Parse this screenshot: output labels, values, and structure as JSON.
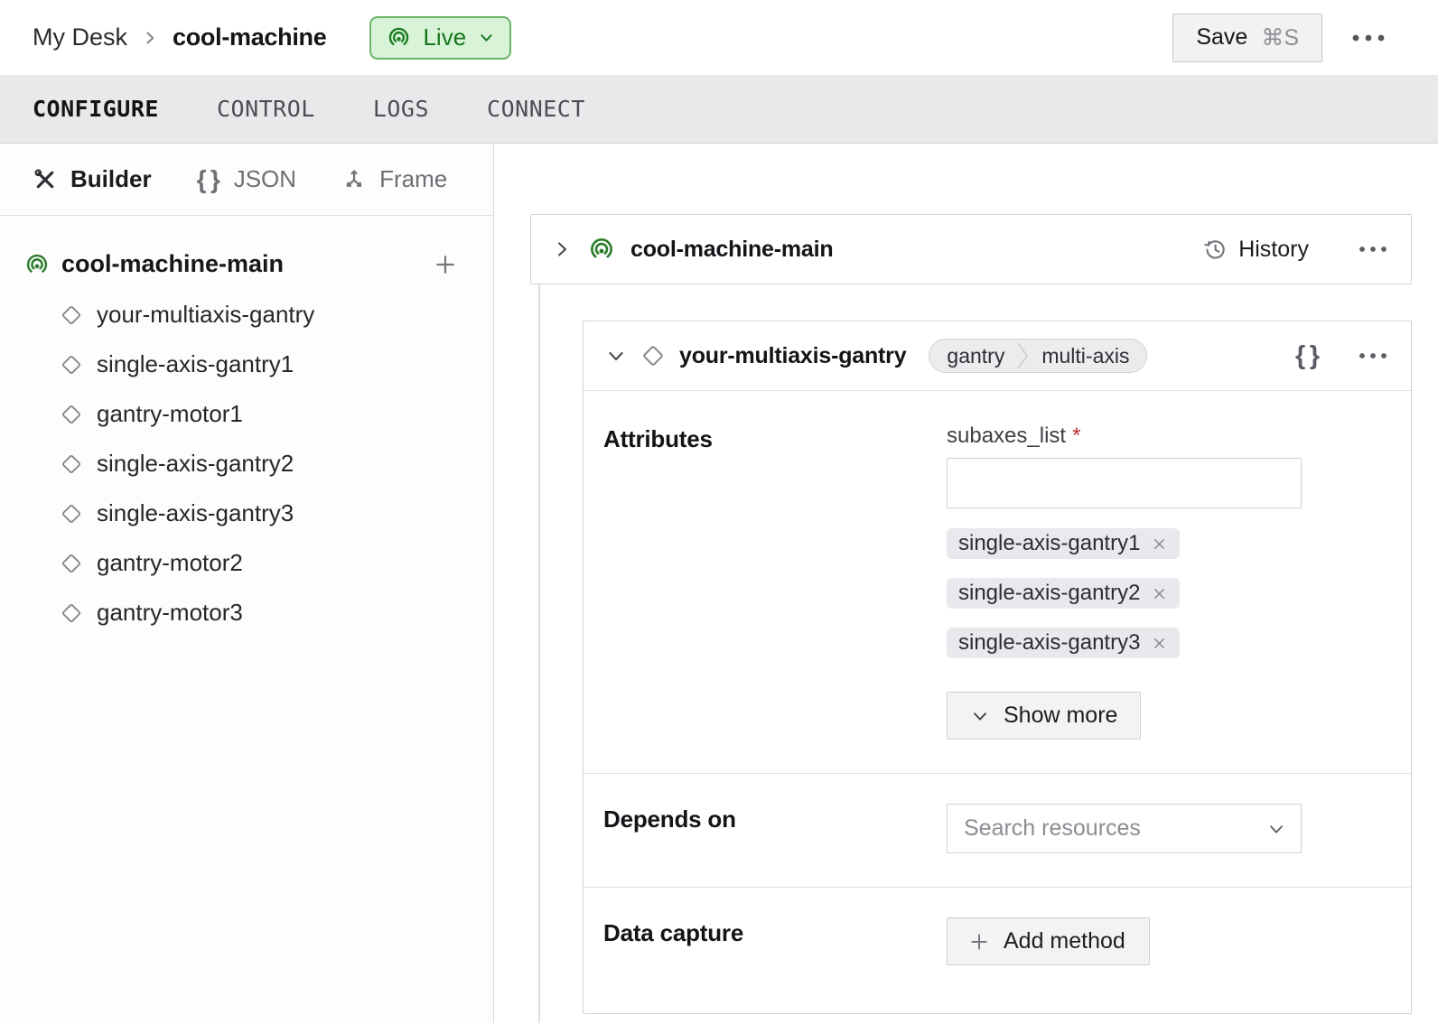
{
  "colors": {
    "live_badge_bg": "#d9f3d9",
    "live_badge_border": "#6ab56a",
    "live_badge_text": "#15771a",
    "brand_green_icon": "#2b7d2b",
    "required_red": "#b52d30",
    "tab_bar_bg": "#e9e9eb",
    "chip_bg": "#e9e9ed",
    "button_bg": "#f3f3f4"
  },
  "header": {
    "breadcrumb_parent": "My Desk",
    "breadcrumb_current": "cool-machine",
    "live_label": "Live",
    "save_label": "Save",
    "save_shortcut": "⌘S"
  },
  "tabs": [
    {
      "label": "CONFIGURE"
    },
    {
      "label": "CONTROL"
    },
    {
      "label": "LOGS"
    },
    {
      "label": "CONNECT"
    }
  ],
  "sidebar": {
    "views": [
      {
        "label": "Builder"
      },
      {
        "label": "JSON"
      },
      {
        "label": "Frame"
      }
    ],
    "tree_root": "cool-machine-main",
    "tree_children": [
      "your-multiaxis-gantry",
      "single-axis-gantry1",
      "gantry-motor1",
      "single-axis-gantry2",
      "single-axis-gantry3",
      "gantry-motor2",
      "gantry-motor3"
    ]
  },
  "main": {
    "machine_card": {
      "title": "cool-machine-main",
      "history_label": "History"
    },
    "component_card": {
      "title": "your-multiaxis-gantry",
      "tag_primary": "gantry",
      "tag_secondary": "multi-axis",
      "attributes": {
        "label": "Attributes",
        "field_label": "subaxes_list",
        "required_marker": "*",
        "chips": [
          "single-axis-gantry1",
          "single-axis-gantry2",
          "single-axis-gantry3"
        ],
        "show_more_label": "Show more"
      },
      "depends_on": {
        "label": "Depends on",
        "placeholder": "Search resources"
      },
      "data_capture": {
        "label": "Data capture",
        "add_method_label": "Add method"
      }
    }
  }
}
